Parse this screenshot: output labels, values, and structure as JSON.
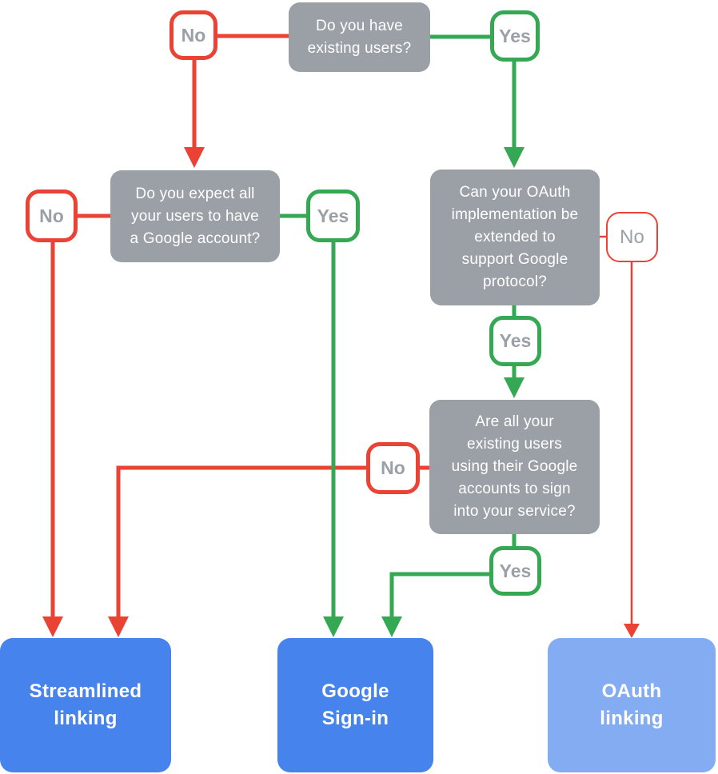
{
  "colors": {
    "gray": "#9AA0A6",
    "red": "#EA4335",
    "green": "#34A853",
    "blue": "#4683EC",
    "light_blue": "#84ACF3",
    "badge_text": "#9AA0A6",
    "node_text": "#FFFFFF"
  },
  "nodes": {
    "q1": {
      "lines": [
        "Do you have",
        "existing users?"
      ]
    },
    "q2": {
      "lines": [
        "Do you expect all",
        "your users to have",
        "a Google account?"
      ]
    },
    "q3": {
      "lines": [
        "Can your OAuth",
        "implementation be",
        "extended to",
        "support Google",
        "protocol?"
      ]
    },
    "q4": {
      "lines": [
        "Are all your",
        "existing users",
        "using their Google",
        "accounts to sign",
        "into your service?"
      ]
    },
    "streamlined": {
      "lines": [
        "Streamlined",
        "linking"
      ]
    },
    "google_signin": {
      "lines": [
        "Google",
        "Sign-in"
      ]
    },
    "oauth": {
      "lines": [
        "OAuth",
        "linking"
      ]
    }
  },
  "badges": {
    "q1_no": "No",
    "q1_yes": "Yes",
    "q2_no": "No",
    "q2_yes": "Yes",
    "q3_no": "No",
    "q3_yes": "Yes",
    "q4_no": "No",
    "q4_yes": "Yes"
  },
  "diagram_data": {
    "type": "flowchart",
    "nodes": [
      {
        "id": "q1",
        "kind": "decision",
        "text": "Do you have existing users?"
      },
      {
        "id": "q2",
        "kind": "decision",
        "text": "Do you expect all your users to have a Google account?"
      },
      {
        "id": "q3",
        "kind": "decision",
        "text": "Can your OAuth implementation be extended to support Google protocol?"
      },
      {
        "id": "q4",
        "kind": "decision",
        "text": "Are all your existing users using their Google accounts to sign into your service?"
      },
      {
        "id": "streamlined",
        "kind": "outcome",
        "text": "Streamlined linking"
      },
      {
        "id": "google_signin",
        "kind": "outcome",
        "text": "Google Sign-in"
      },
      {
        "id": "oauth",
        "kind": "outcome",
        "text": "OAuth linking"
      }
    ],
    "edges": [
      {
        "from": "q1",
        "label": "No",
        "to": "q2",
        "color": "red"
      },
      {
        "from": "q1",
        "label": "Yes",
        "to": "q3",
        "color": "green"
      },
      {
        "from": "q2",
        "label": "No",
        "to": "streamlined",
        "color": "red"
      },
      {
        "from": "q2",
        "label": "Yes",
        "to": "google_signin",
        "color": "green"
      },
      {
        "from": "q3",
        "label": "No",
        "to": "oauth",
        "color": "red"
      },
      {
        "from": "q3",
        "label": "Yes",
        "to": "q4",
        "color": "green"
      },
      {
        "from": "q4",
        "label": "No",
        "to": "streamlined",
        "color": "red"
      },
      {
        "from": "q4",
        "label": "Yes",
        "to": "google_signin",
        "color": "green"
      }
    ]
  }
}
